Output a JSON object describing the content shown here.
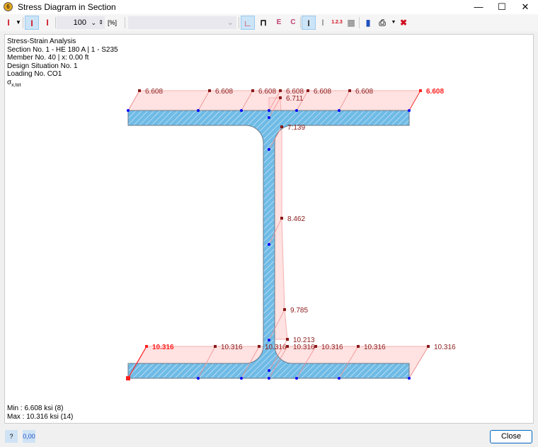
{
  "window": {
    "title": "Stress Diagram in Section",
    "minimize": "—",
    "maximize": "☐",
    "close": "✕"
  },
  "toolbar": {
    "zoom_value": "100",
    "zoom_unit": "[%]",
    "combo_value": ""
  },
  "info": {
    "lines": [
      "Stress-Strain Analysis",
      "Section No. 1 - HE 180 A | 1 - S235",
      "Member No. 40 | x: 0.00 ft",
      "Design Situation No. 1",
      "Loading No. CO1"
    ],
    "quantity": "σ",
    "quantity_sub": "x,tot"
  },
  "diagram": {
    "top_labels": [
      "6.608",
      "6.608",
      "6.608",
      "6.608",
      "6.608",
      "6.608",
      "6.608"
    ],
    "top_highlight_index": 6,
    "web_labels": [
      "6.711",
      "7:139",
      "8.462",
      "9.785",
      "10.213"
    ],
    "bottom_labels": [
      "10.316",
      "10.316",
      "10.316",
      "10.316",
      "10.316",
      "10.316",
      "10.316"
    ],
    "bottom_highlight_index": 0,
    "colors": {
      "section_fill": "#6fbbe6",
      "stress_fill": "#ffd6d6",
      "label": "#8b1a1a",
      "extreme": "#ff2020",
      "node": "#0000ff"
    }
  },
  "summary": {
    "min": "Min :   6.608 ksi (8)",
    "max": "Max : 10.316 ksi (14)"
  },
  "footer": {
    "close_label": "Close"
  }
}
